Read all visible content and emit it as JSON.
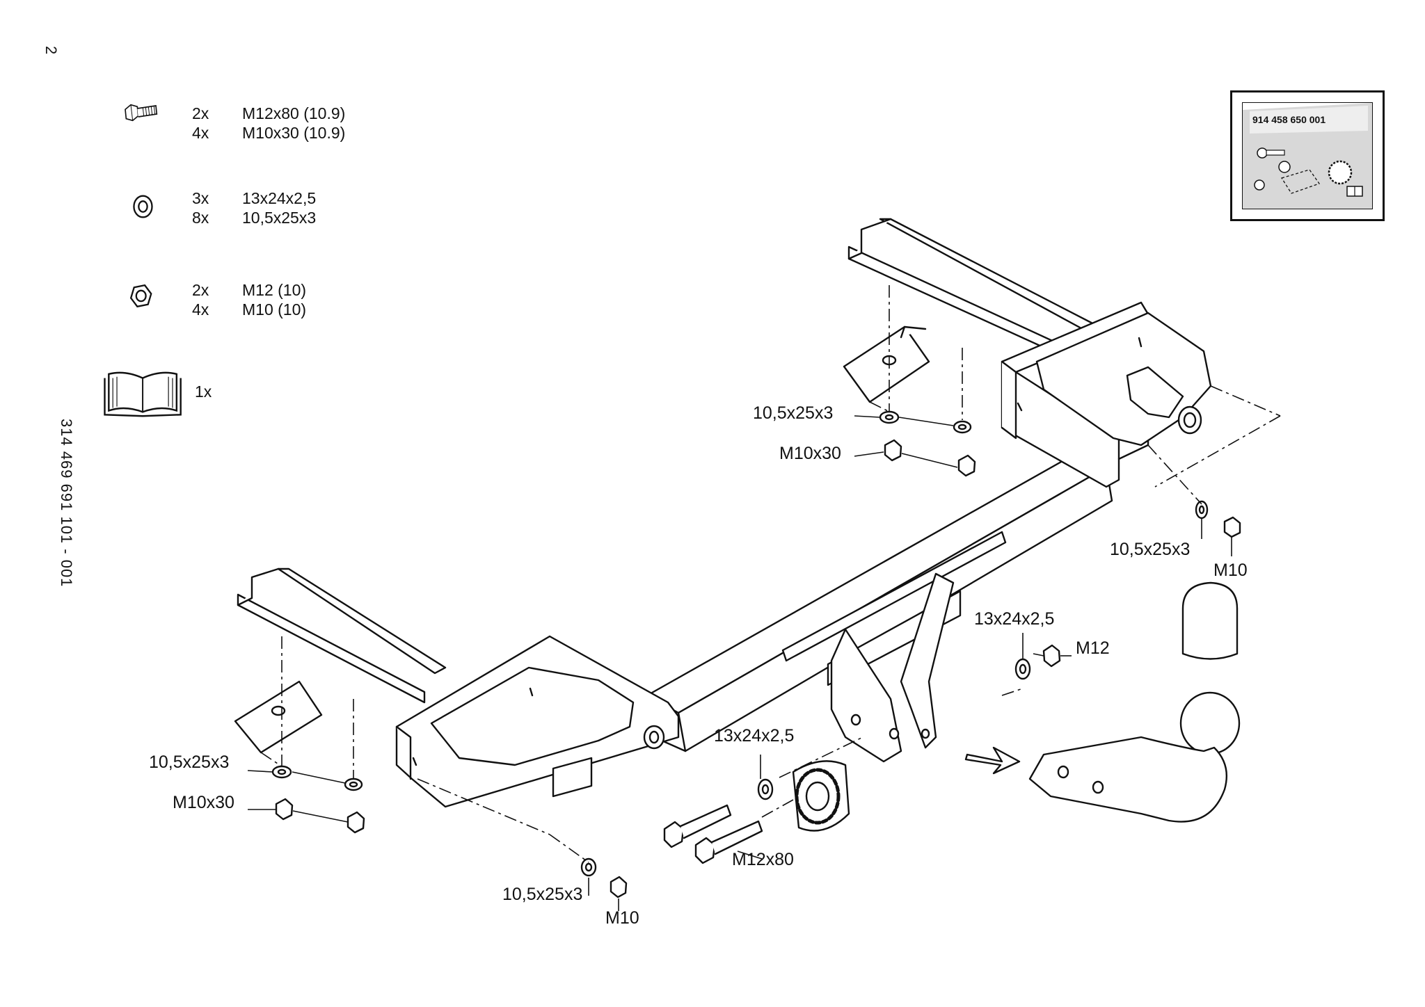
{
  "page_number": "2",
  "document_id": "314 469 691 101 - 001",
  "kit_card": {
    "code": "914 458 650 001"
  },
  "legend": [
    {
      "icon": "hex-bolt-icon",
      "lines": [
        {
          "qty": "2x",
          "spec": "M12x80 (10.9)"
        },
        {
          "qty": "4x",
          "spec": "M10x30 (10.9)"
        }
      ]
    },
    {
      "icon": "washer-icon",
      "lines": [
        {
          "qty": "3x",
          "spec": "13x24x2,5"
        },
        {
          "qty": "8x",
          "spec": "10,5x25x3"
        }
      ]
    },
    {
      "icon": "hex-nut-icon",
      "lines": [
        {
          "qty": "2x",
          "spec": "M12 (10)"
        },
        {
          "qty": "4x",
          "spec": "M10 (10)"
        }
      ]
    },
    {
      "icon": "manual-book-icon",
      "lines": [
        {
          "qty": "1x",
          "spec": ""
        }
      ]
    }
  ],
  "callouts": {
    "rear_washer_top": "10,5x25x3",
    "rear_bolt_top": "M10x30",
    "right_washer": "10,5x25x3",
    "right_nut": "M10",
    "m12_washer": "13x24x2,5",
    "m12_nut": "M12",
    "front_washer_left": "10,5x25x3",
    "front_bolt_left": "M10x30",
    "center_washer": "13x24x2,5",
    "center_bolts": "M12x80",
    "bottom_washer": "10,5x25x3",
    "bottom_nut": "M10"
  }
}
